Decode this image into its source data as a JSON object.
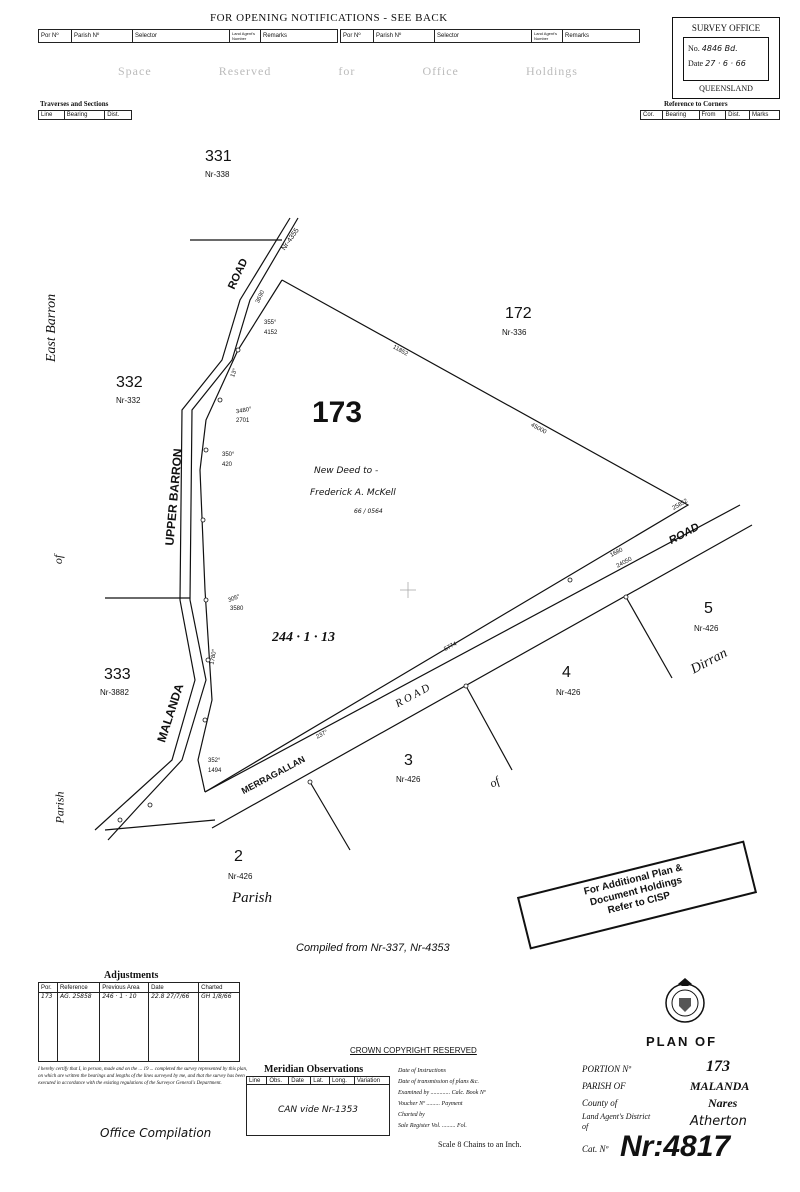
{
  "header": {
    "title": "FOR OPENING NOTIFICATIONS - SEE BACK",
    "columns_left": [
      "Por Nº",
      "Parish Nº",
      "Selector",
      "Land Agent's Number",
      "Remarks"
    ],
    "columns_right": [
      "Por Nº",
      "Parish Nº",
      "Selector",
      "Land Agent's Number",
      "Remarks"
    ],
    "faint_text": [
      "Space",
      "Reserved",
      "for",
      "Office",
      "Holdings"
    ]
  },
  "survey_office": {
    "title": "SURVEY OFFICE",
    "no_label": "No.",
    "no_value": "4846 Bd.",
    "date_label": "Date",
    "date_value": "27 · 6 · 66",
    "state": "QUEENSLAND"
  },
  "traverses": {
    "title": "Traverses and Sections",
    "cols": [
      "Line",
      "Bearing",
      "Dist."
    ]
  },
  "corners": {
    "title": "Reference to Corners",
    "cols": [
      "Cor.",
      "Bearing",
      "From",
      "Dist.",
      "Marks"
    ]
  },
  "map": {
    "portion": "173",
    "area": "244 · 1 · 13",
    "note_line1": "New Deed to -",
    "note_line2": "Frederick A. McKell",
    "note_ref": "66 / 0564",
    "labels": [
      {
        "text": "331"
      },
      {
        "text": "Nr-338"
      },
      {
        "text": "172"
      },
      {
        "text": "Nr-336"
      },
      {
        "text": "332"
      },
      {
        "text": "Nr-332"
      },
      {
        "text": "333"
      },
      {
        "text": "Nr-3882"
      },
      {
        "text": "5"
      },
      {
        "text": "Nr-426"
      },
      {
        "text": "4"
      },
      {
        "text": "Nr-426"
      },
      {
        "text": "3"
      },
      {
        "text": "Nr-426"
      },
      {
        "text": "2"
      },
      {
        "text": "Nr-426"
      },
      {
        "text": "Nr-4355"
      }
    ],
    "road_names": {
      "road_top": "ROAD",
      "upper_barron": "UPPER BARRON",
      "malanda": "MALANDA",
      "merragallan": "MERRAGALLAN",
      "road_right": "ROAD",
      "road_mid": "R O A D"
    },
    "place_names": {
      "east_barron": "East Barron",
      "parish_left": "Parish",
      "of_left": "of",
      "dirran": "Dirran",
      "of_right": "of",
      "parish_bottom": "Parish"
    },
    "bearings": [
      {
        "text": "3690"
      },
      {
        "text": "355°"
      },
      {
        "text": "4152"
      },
      {
        "text": "13°"
      },
      {
        "text": "3480°"
      },
      {
        "text": "2701"
      },
      {
        "text": "350°"
      },
      {
        "text": "420"
      },
      {
        "text": "305°"
      },
      {
        "text": "3580"
      },
      {
        "text": "1780°"
      },
      {
        "text": "352°"
      },
      {
        "text": "1494"
      },
      {
        "text": "237°"
      },
      {
        "text": "5774"
      },
      {
        "text": "1680"
      },
      {
        "text": "24050"
      },
      {
        "text": "11852"
      },
      {
        "text": "45000"
      },
      {
        "text": "25852"
      }
    ],
    "compiled_from": "Compiled from Nr-337, Nr-4353"
  },
  "cisp_box": {
    "line1": "For Additional Plan &",
    "line2": "Document Holdings",
    "line3": "Refer to CISP"
  },
  "adjustments": {
    "title": "Adjustments",
    "cols": [
      "Por.",
      "Reference",
      "Previous Area",
      "Date",
      "Charted"
    ],
    "row": [
      "173",
      "AG. 25858",
      "246 · 1 · 10",
      "22.8 27/7/66",
      "GH 1/8/66"
    ]
  },
  "certification": "I hereby certify that I, in person, made and on the ... 19 ... completed the survey represented by this plan, on which are written the bearings and lengths of the lines surveyed by me, and that the survey has been executed in accordance with the existing regulations of the Surveyor General's Department.",
  "office_compilation": "Office Compilation",
  "meridian": {
    "title": "Meridian Observations",
    "cols": [
      "Line",
      "Obs.",
      "Date",
      "Lat.",
      "Long.",
      "Variation"
    ],
    "entry": "CAN vide Nr-1353"
  },
  "copyright": "CROWN COPYRIGHT RESERVED",
  "admin_lines": [
    "Date of Instructions",
    "Date of transmission of plans &c.",
    "Examined by ............. Calc. Book Nº",
    "Voucher Nº ......... Payment",
    "Charted by",
    "Sale Register Vol. ......... Fol."
  ],
  "scale": "Scale 8 Chains to an Inch.",
  "plan_of": {
    "title": "PLAN OF",
    "portion_label": "PORTION Nº",
    "portion_value": "173",
    "parish_label": "PARISH OF",
    "parish_value": "MALANDA",
    "county_label": "County of",
    "county_value": "Nares",
    "district_label": "Land Agent's District of",
    "district_value": "Atherton",
    "cat_label": "Cat. Nº",
    "cat_value": "Nr:4817"
  }
}
